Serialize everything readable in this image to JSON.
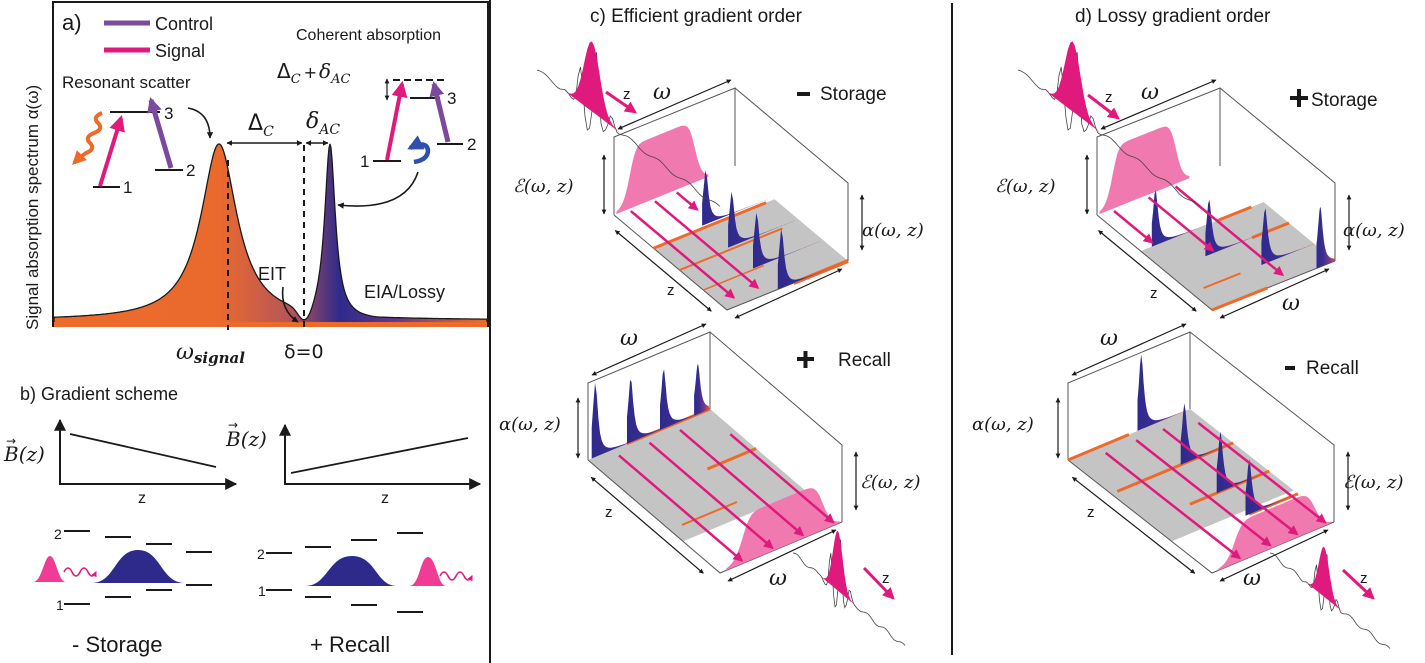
{
  "colors": {
    "control": "#7b4a9e",
    "signal": "#e0197d",
    "signal_light": "#ef73ab",
    "resonant": "#ec6a2a",
    "eia": "#2e2a8c",
    "floor": "#c4c4c4",
    "line": "#1a1a1a"
  },
  "panel_a": {
    "label": "a)",
    "y_axis_label": "Signal absorption spectrum α(ω)",
    "legend": [
      {
        "name": "Control",
        "color_key": "control"
      },
      {
        "name": "Signal",
        "color_key": "signal"
      }
    ],
    "resonant_scatter_label": "Resonant scatter",
    "coherent_absorption_label": "Coherent absorption",
    "delta_c_label": "Δ",
    "delta_c_sub": "C",
    "delta_ac_label": "δ",
    "delta_ac_sub": "AC",
    "detuning_sum_label": "Δ",
    "detuning_sum_sub": "C",
    "detuning_sum_plus": "+",
    "detuning_sum_delta": "δ",
    "detuning_sum_delta_sub": "AC",
    "eit_label": "EIT",
    "eia_label": "EIA/Lossy",
    "omega_signal_label": "ω",
    "omega_signal_sub": "signal",
    "delta_zero_label": "δ=0",
    "left_levels": [
      "1",
      "2",
      "3"
    ],
    "right_levels": [
      "1",
      "2",
      "3"
    ]
  },
  "panel_b": {
    "label": "b) Gradient scheme",
    "b_field_label": "B(z)",
    "z_label": "z",
    "storage_label": "- Storage",
    "recall_label": "+ Recall",
    "level_labels": [
      "2",
      "1"
    ]
  },
  "panel_c": {
    "title": "c) Efficient gradient order",
    "storage_sign": "−",
    "storage_label": "Storage",
    "recall_sign": "+",
    "recall_label": "Recall",
    "omega": "ω",
    "z": "z",
    "field_label": "ℰ(ω, z)",
    "absorption_label": "α(ω, z)"
  },
  "panel_d": {
    "title": "d) Lossy gradient order",
    "storage_sign": "+",
    "storage_label": "Storage",
    "recall_sign": "−",
    "recall_label": "Recall",
    "omega": "ω",
    "z": "z",
    "field_label": "ℰ(ω, z)",
    "absorption_label": "α(ω, z)"
  }
}
